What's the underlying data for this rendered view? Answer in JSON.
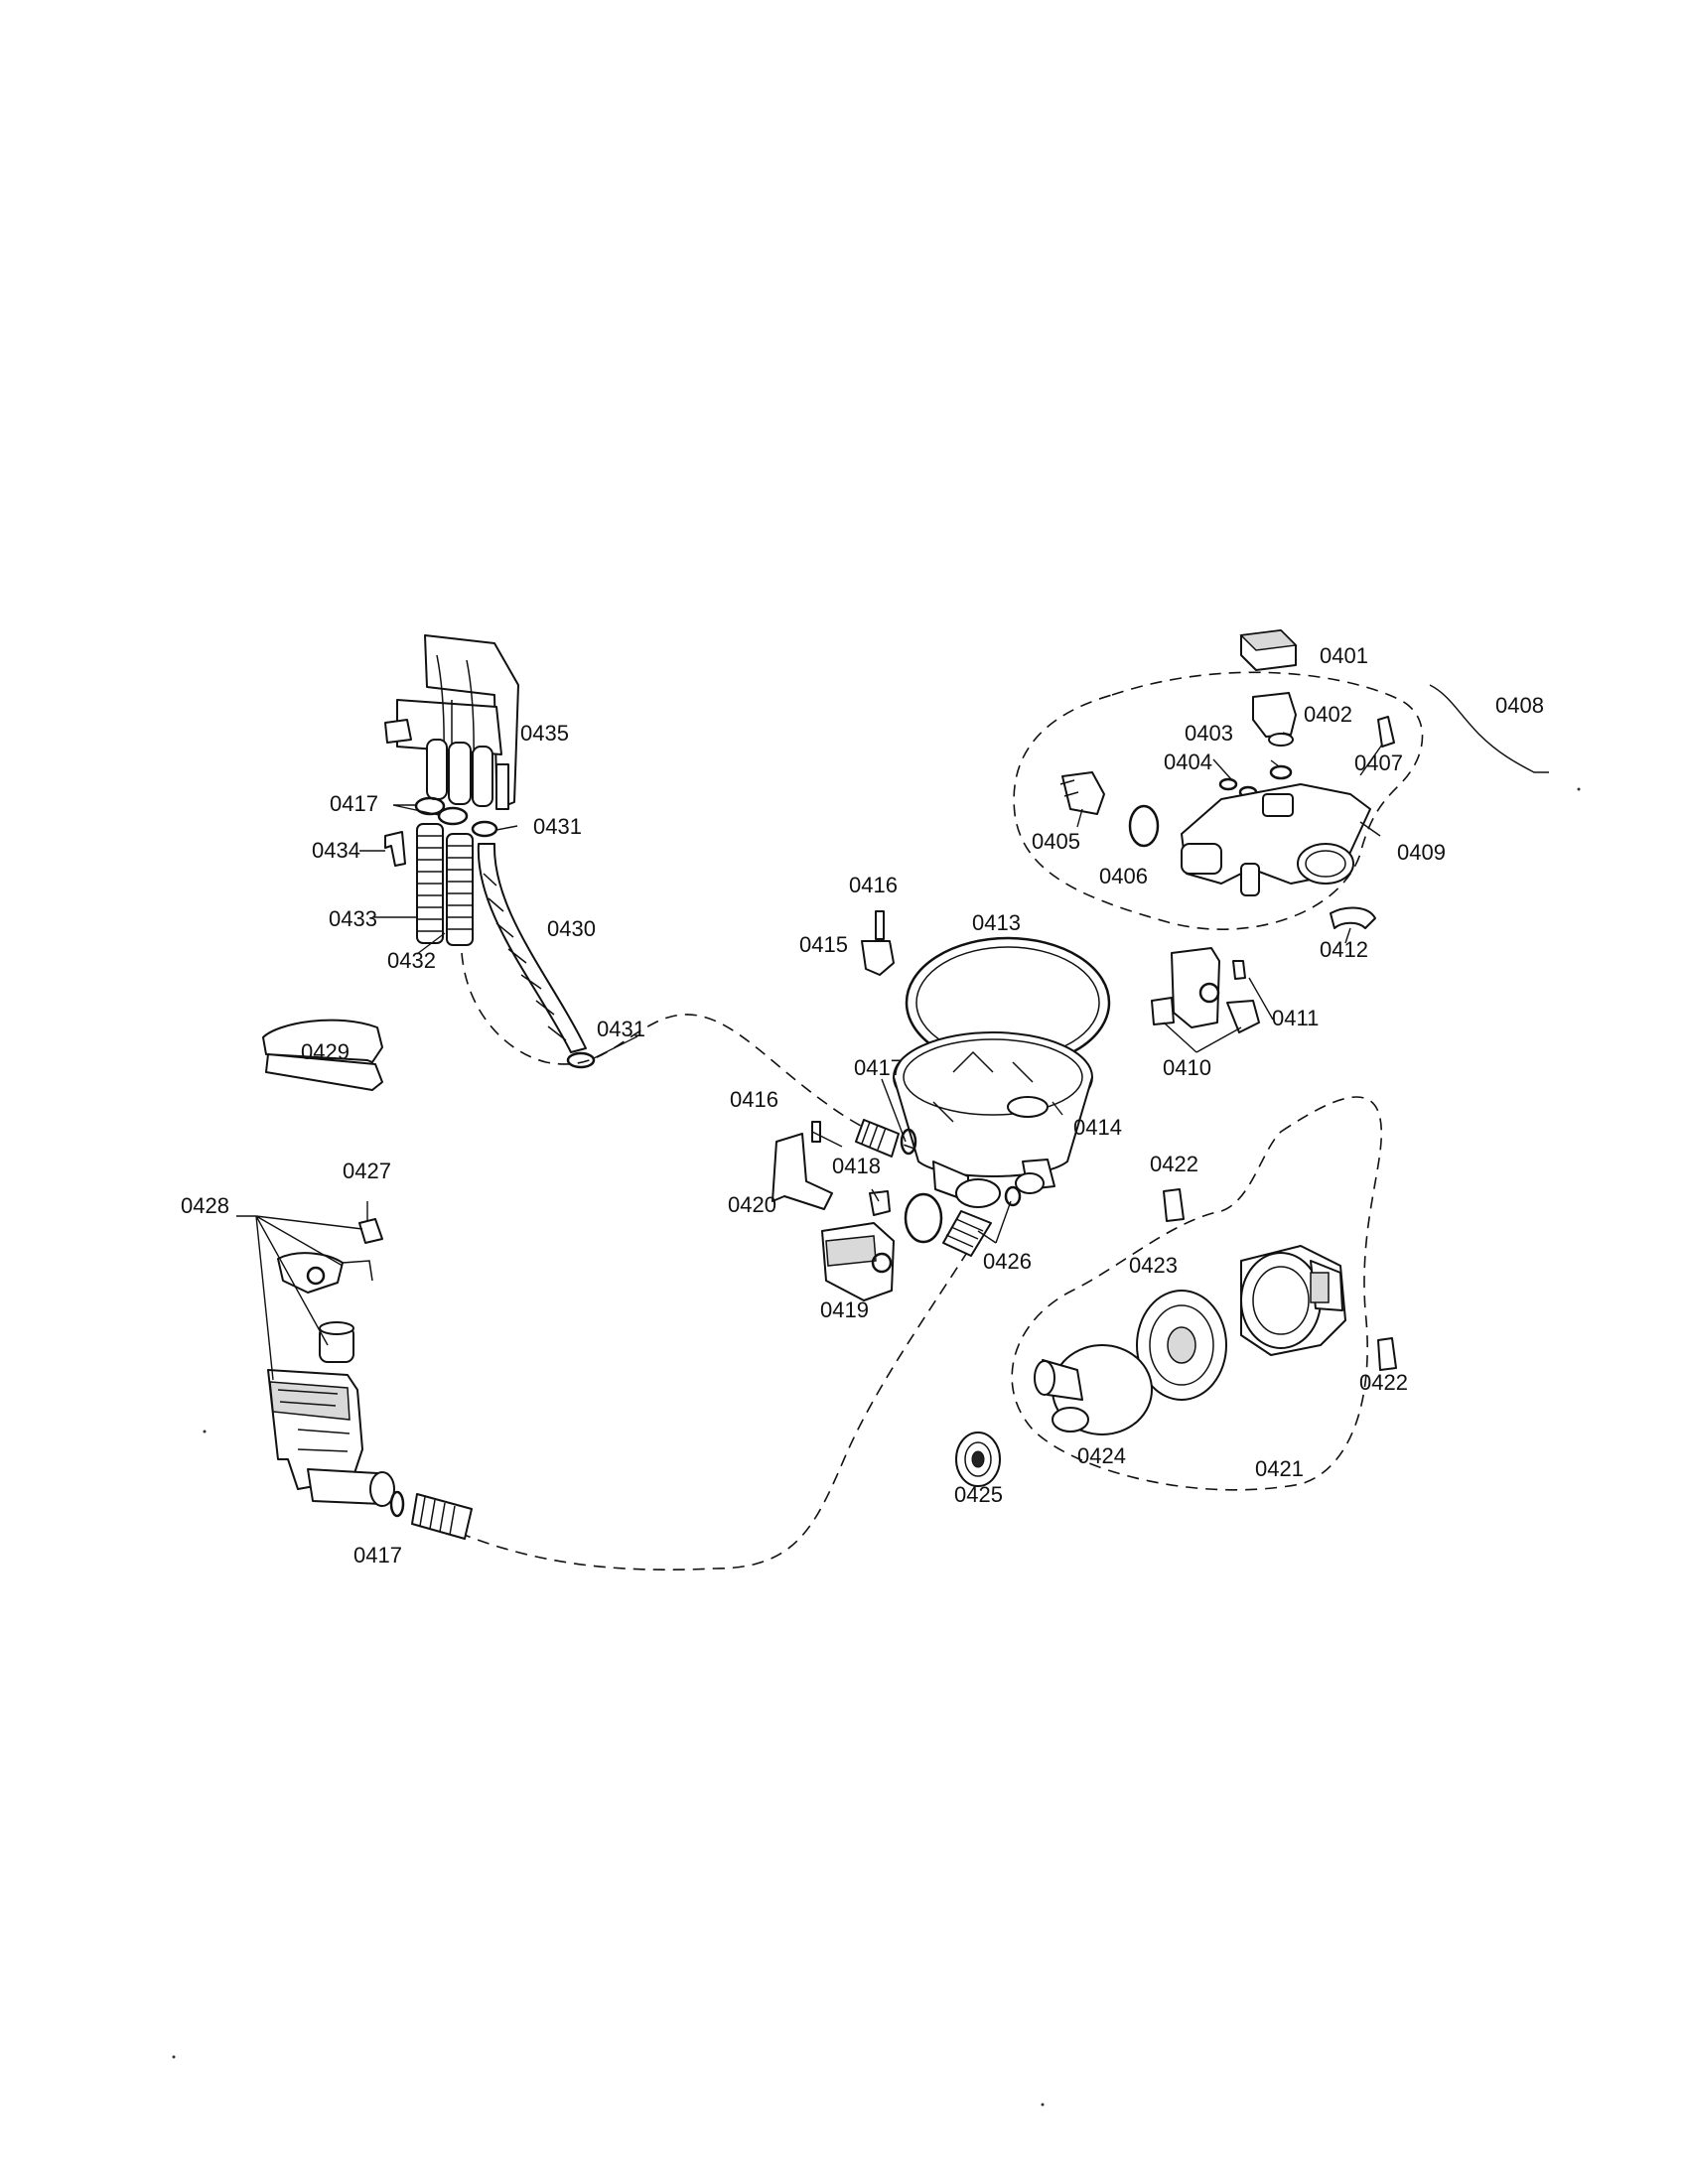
{
  "labels": {
    "p0401": "0401",
    "p0402": "0402",
    "p0403": "0403",
    "p0404": "0404",
    "p0405": "0405",
    "p0406": "0406",
    "p0407": "0407",
    "p0408": "0408",
    "p0409": "0409",
    "p0410": "0410",
    "p0411": "0411",
    "p0412": "0412",
    "p0413": "0413",
    "p0414": "0414",
    "p0415": "0415",
    "p0416a": "0416",
    "p0416b": "0416",
    "p0417a": "0417",
    "p0417b": "0417",
    "p0417c": "0417",
    "p0418": "0418",
    "p0419": "0419",
    "p0420": "0420",
    "p0421": "0421",
    "p0422a": "0422",
    "p0422b": "0422",
    "p0423": "0423",
    "p0424": "0424",
    "p0425": "0425",
    "p0426": "0426",
    "p0427": "0427",
    "p0428": "0428",
    "p0429": "0429",
    "p0430": "0430",
    "p0431a": "0431",
    "p0431b": "0431",
    "p0432": "0432",
    "p0433": "0433",
    "p0434": "0434",
    "p0435": "0435"
  }
}
